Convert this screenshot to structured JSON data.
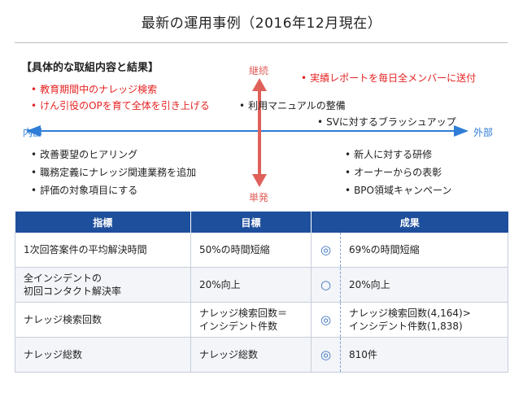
{
  "title": "最新の運用事例（2016年12月現在）",
  "diagram": {
    "heading": "【具体的な取組内容と結果】",
    "axis": {
      "top": "継続",
      "bottom": "単発",
      "left": "内部",
      "right": "外部"
    },
    "colors": {
      "vertical_axis": "#e0605a",
      "horizontal_axis": "#2f7dd6",
      "red_text": "#e52222"
    },
    "items": {
      "top_left_red": [
        "教育期間中のナレッジ検索",
        "けん引役のOPを育て全体を引き上げる"
      ],
      "top_right_red": [
        "実績レポートを毎日全メンバーに送付"
      ],
      "top_right_black": [
        "利用マニュアルの整備",
        "SVに対するブラッシュアップ"
      ],
      "bottom_left": [
        "改善要望のヒアリング",
        "職務定義にナレッジ関連業務を追加",
        "評価の対象項目にする"
      ],
      "bottom_right": [
        "新人に対する研修",
        "オーナーからの表彰",
        "BPO領域キャンペーン"
      ]
    }
  },
  "table": {
    "headers": [
      "指標",
      "目標",
      "成果"
    ],
    "rows": [
      {
        "indicator": [
          "1次回答案件の平均解決時間"
        ],
        "target": [
          "50%の時間短縮"
        ],
        "mark": "◎",
        "result": [
          "69%の時間短縮"
        ]
      },
      {
        "indicator": [
          "全インシデントの",
          "初回コンタクト解決率"
        ],
        "target": [
          "20%向上"
        ],
        "mark": "○",
        "result": [
          "20%向上"
        ]
      },
      {
        "indicator": [
          "ナレッジ検索回数"
        ],
        "target": [
          "ナレッジ検索回数＝",
          "インシデント件数"
        ],
        "mark": "◎",
        "result": [
          "ナレッジ検索回数(4,164)>",
          "インシデント件数(1,838)"
        ]
      },
      {
        "indicator": [
          "ナレッジ総数"
        ],
        "target": [
          "ナレッジ総数"
        ],
        "mark": "◎",
        "result": [
          "810件"
        ]
      }
    ]
  }
}
